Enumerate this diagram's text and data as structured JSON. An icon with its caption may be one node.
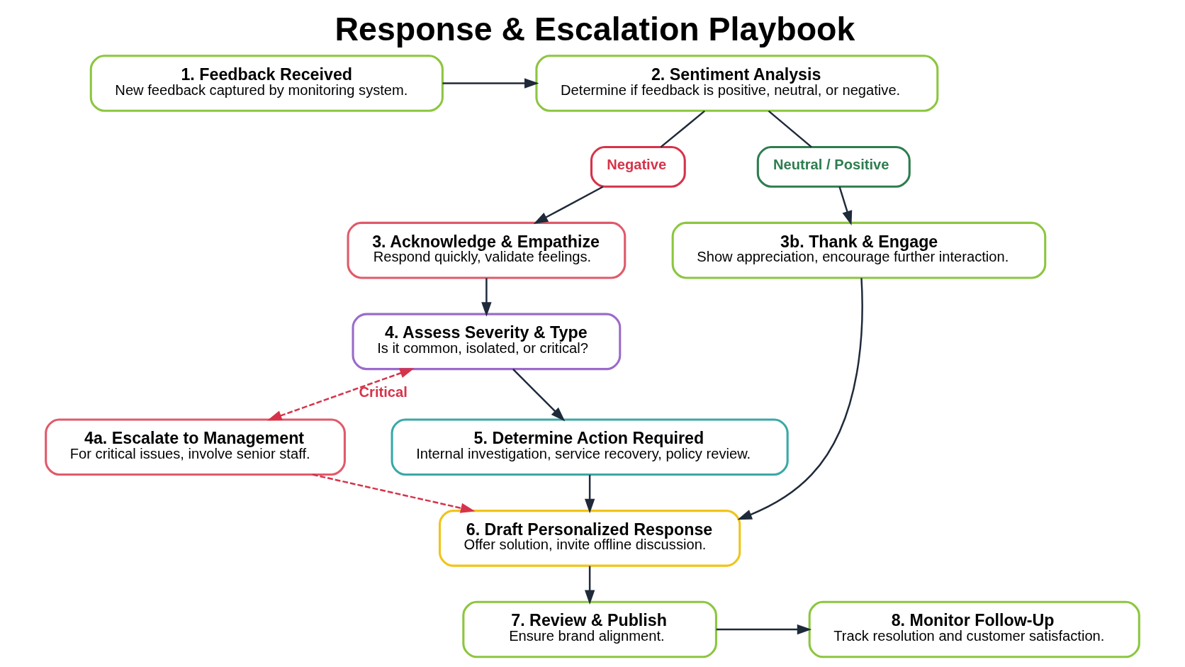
{
  "diagram": {
    "title": "Response & Escalation Playbook",
    "nodes": [
      {
        "text": [
          "1. Feedback Received",
          "New feedback captured by monitoring system."
        ]
      },
      {
        "text": [
          "2. Sentiment Analysis",
          "Determine if feedback is positive, neutral, or negative."
        ]
      },
      {
        "text": [
          "Negative"
        ]
      },
      {
        "text": [
          "Neutral / Positive"
        ]
      },
      {
        "text": [
          "3. Acknowledge & Empathize",
          "Respond quickly, validate feelings."
        ]
      },
      {
        "text": [
          "3b. Thank & Engage",
          "Show appreciation, encourage further interaction."
        ]
      },
      {
        "text": [
          "4. Assess Severity & Type",
          "Is it common, isolated, or critical?"
        ]
      },
      {
        "text": [
          "4a. Escalate to Management",
          "For critical issues, involve senior staff."
        ]
      },
      {
        "text": [
          "5. Determine Action Required",
          "Internal investigation, service recovery, policy review."
        ]
      },
      {
        "text": [
          "6. Draft Personalized Response",
          "Offer solution, invite offline discussion."
        ]
      },
      {
        "text": [
          "7. Review & Publish",
          "Ensure brand alignment."
        ]
      },
      {
        "text": [
          "8. Monitor Follow-Up",
          "Track resolution and customer satisfaction."
        ]
      }
    ],
    "edges": [
      {
        "from": 0,
        "to": 1,
        "arrow": "to"
      },
      {
        "from": 1,
        "to": 2,
        "arrow": "none"
      },
      {
        "from": 1,
        "to": 3,
        "arrow": "none"
      },
      {
        "from": 2,
        "to": 4,
        "arrow": "to"
      },
      {
        "from": 3,
        "to": 5,
        "arrow": "to"
      },
      {
        "from": 4,
        "to": 6,
        "arrow": "to"
      },
      {
        "from": 6,
        "to": 7,
        "arrow": "both",
        "label": "Critical",
        "style": "dashed",
        "color": "#d6334a"
      },
      {
        "from": 6,
        "to": 8,
        "arrow": "to"
      },
      {
        "from": 8,
        "to": 9,
        "arrow": "to"
      },
      {
        "from": 7,
        "to": 9,
        "arrow": "to",
        "style": "dashed",
        "color": "#d6334a"
      },
      {
        "from": 5,
        "to": 9,
        "arrow": "to"
      },
      {
        "from": 9,
        "to": 10,
        "arrow": "to"
      },
      {
        "from": 10,
        "to": 11,
        "arrow": "to"
      }
    ]
  }
}
